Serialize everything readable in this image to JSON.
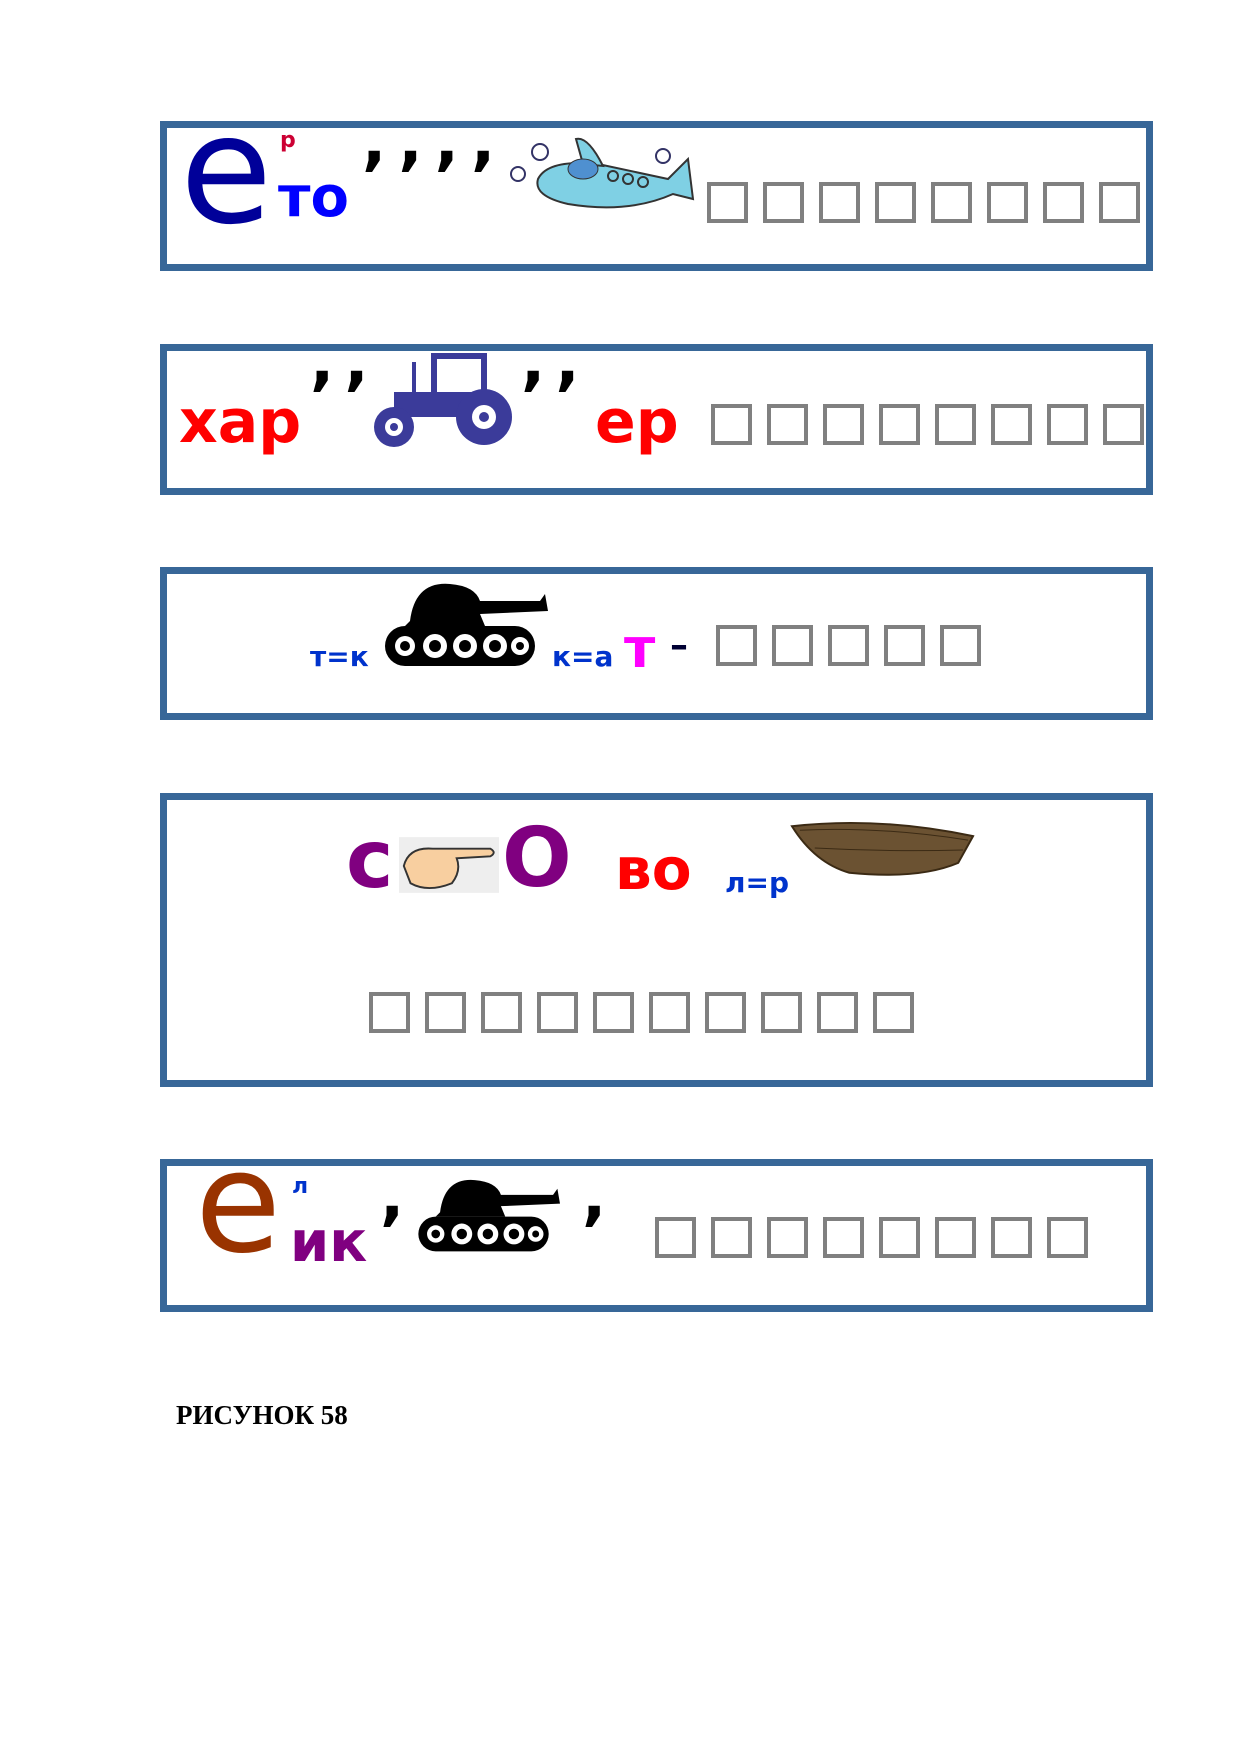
{
  "colors": {
    "frame": "#386798",
    "square": "#808080"
  },
  "rows": [
    {
      "big_letter": "е",
      "sup": "р",
      "text": "то",
      "commas_a": ",,,,",
      "picture": "airplane",
      "squares": 8
    },
    {
      "text_a": "хар",
      "commas_a": ",,",
      "picture": "tractor",
      "commas_b": ",,",
      "text_b": "ер",
      "squares": 8
    },
    {
      "rule_a": "т=к",
      "picture": "tank",
      "rule_b": "к=а",
      "letter": "т",
      "dash": "–",
      "squares": 5
    },
    {
      "letter_a": "с",
      "picture_a": "pointing-hand",
      "letter_b": "О",
      "text": "во",
      "rule": "л=р",
      "picture_b": "boat",
      "squares": 10
    },
    {
      "big_letter": "е",
      "sup": "л",
      "text": "ик",
      "comma_a": ",",
      "picture": "tank",
      "comma_b": ",",
      "squares": 8
    }
  ],
  "caption": "РИСУНОК 58"
}
